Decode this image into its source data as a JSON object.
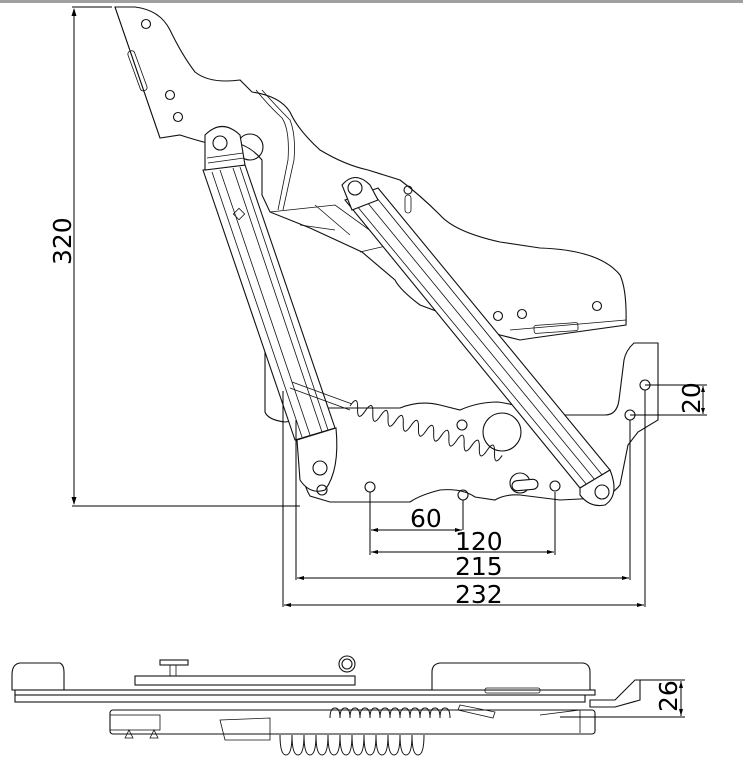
{
  "drawing": {
    "subject": "seat-lift-hinge",
    "colors": {
      "line": "#111111",
      "background": "#ffffff",
      "frame": "#a0a0a0"
    }
  },
  "dimensions": {
    "overall_height": "320",
    "mount_hole_vertical_spacing": "20",
    "hole_spacing_60": "60",
    "hole_spacing_120": "120",
    "hole_spacing_215": "215",
    "overall_width": "232",
    "side_view_thickness": "26"
  }
}
